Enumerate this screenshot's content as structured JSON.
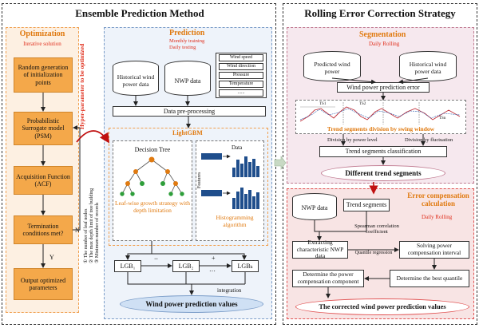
{
  "left": {
    "title": "Ensemble Prediction Method",
    "optimization": {
      "header": "Optimization",
      "subtitle": "Iterative solution",
      "steps": [
        "Random generation of initialization points",
        "Probabilistic Surrogate model (PSM)",
        "Acquisition Function (ACF)",
        "Termination conditions met?",
        "Output optimized parameters"
      ],
      "no_label": "N",
      "yes_label": "Y"
    },
    "hyper_label": "Hyper-parameter to be optimized",
    "hyper_params": [
      "① The number of leaf nodes",
      "② The max depth limit of tree building",
      "③ Minimum number of records"
    ],
    "prediction": {
      "header": "Prediction",
      "subtitle1": "Monthly training",
      "subtitle2": "Daily testing",
      "hist_db": "Historical wind power data",
      "nwp_db": "NWP data",
      "nwp_items": [
        "Wind speed",
        "Wind direction",
        "Pressure",
        "Temperature",
        "......"
      ],
      "preprocess": "Data pre-processing"
    },
    "lightgbm": {
      "header": "LightGBM",
      "decision_tree": "Decision Tree",
      "leafwise": "Leaf-wise growth strategy with depth limitation",
      "data_label": "Data",
      "features_label": "Features",
      "histogram": "Histogramming algorithm",
      "lgb1": "LGB₁",
      "lgb2": "LGB₂",
      "lgbk": "LGBₖ",
      "op_minus": "−",
      "op_plus": "+",
      "dots": "…",
      "integration": "integration",
      "output": "Wind power prediction values"
    }
  },
  "right": {
    "title": "Rolling Error Correction Strategy",
    "segmentation": {
      "header": "Segmentation",
      "subtitle": "Daily Rolling",
      "pred_db": "Predicted wind power",
      "hist_db": "Historical wind power data",
      "error": "Wind power prediction error",
      "trend_caption": "Trend segments division by swing window",
      "chart_labels": [
        "TS1",
        "TS2",
        "TSn"
      ],
      "div_power": "Division by power level",
      "div_fluct": "Division by fluctuation",
      "classification": "Trend segments classification",
      "output": "Different trend segments"
    },
    "error_comp": {
      "header": "Error compensation calculation",
      "subtitle": "Daily Rolling",
      "nwp_db": "NWP data",
      "trend_segments": "Trend segments",
      "spearman": "Spearman correlation coefficient",
      "extract": "Extracting characteristic NWP data",
      "quantile_reg": "Quantile regression",
      "solving": "Solving power compensation interval",
      "best_quantile": "Determine the best quantile",
      "component": "Determine the power compensation component",
      "output": "The corrected wind power prediction values"
    }
  },
  "colors": {
    "opt_bg": "#fdf0e2",
    "opt_box": "#f4a84a",
    "opt_border": "#f0a050",
    "pred_bg": "#eef3fa",
    "pred_border": "#7a9cc8",
    "lgbm_border": "#f0a050",
    "seg_bg": "#f6e8ee",
    "seg_border": "#c07a90",
    "err_bg": "#f8e4e4",
    "err_border": "#e05050",
    "accent_red": "#e0301e",
    "oval_blue": "#cfe0f4"
  }
}
